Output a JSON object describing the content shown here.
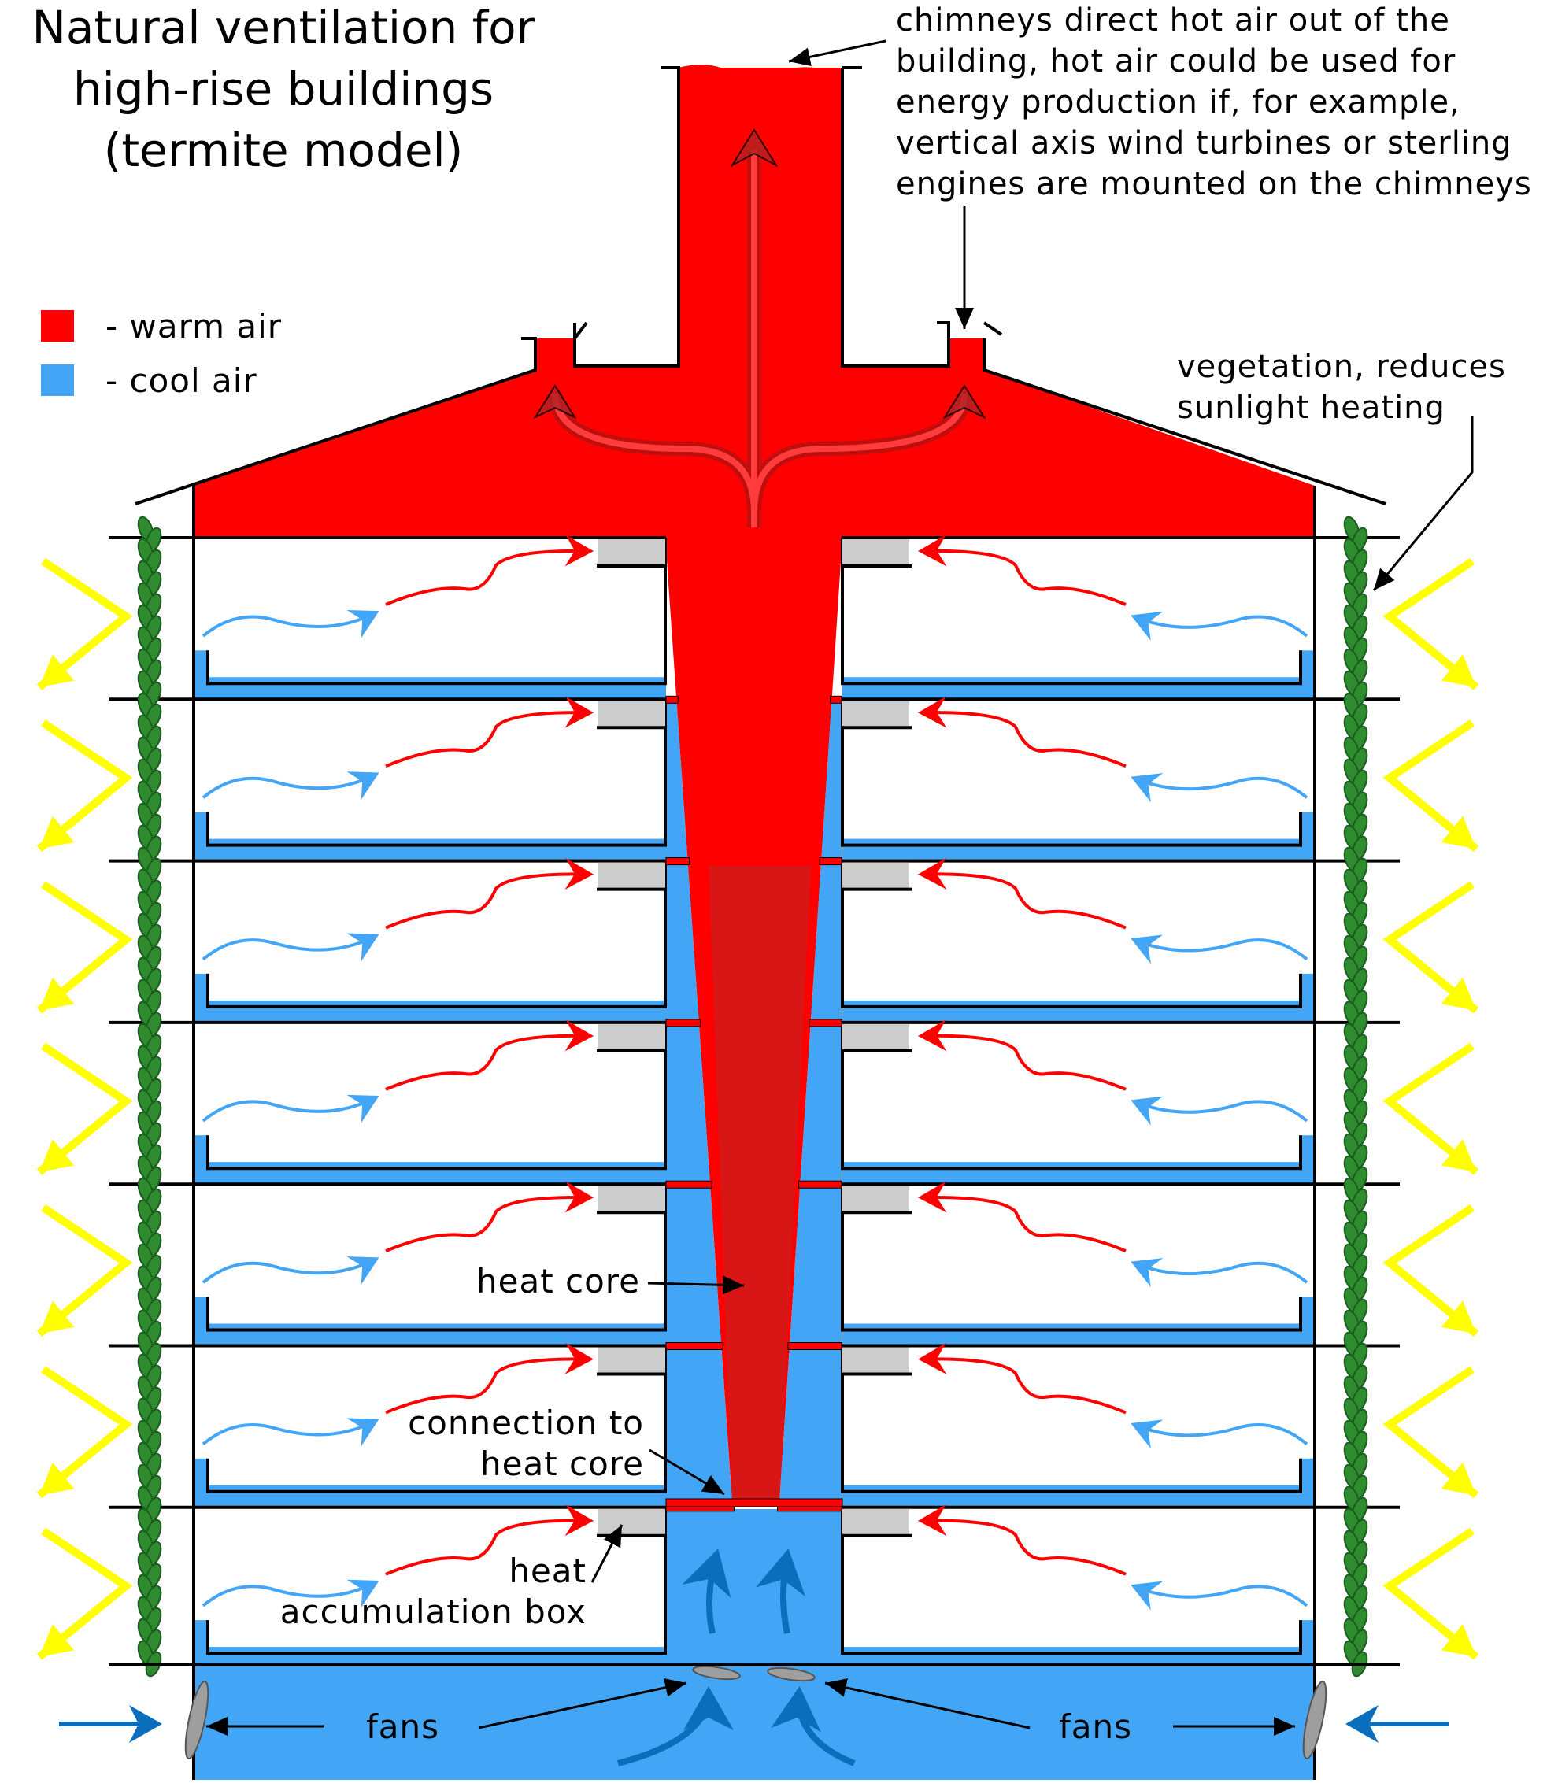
{
  "title": {
    "line1": "Natural ventilation for",
    "line2": "high-rise buildings",
    "line3": "(termite model)"
  },
  "legend": {
    "warm": {
      "label": "- warm air",
      "color": "#ff0000"
    },
    "cool": {
      "label": "- cool air",
      "color": "#42a5f5"
    }
  },
  "annotations": {
    "chimney": {
      "line1": "chimneys direct hot air out of the",
      "line2": "building, hot air could be used for",
      "line3": "energy production if, for example,",
      "line4": "vertical axis wind turbines or sterling",
      "line5": "engines are mounted on the chimneys"
    },
    "vegetation": {
      "line1": "vegetation, reduces",
      "line2": "sunlight heating"
    },
    "heat_core": "heat core",
    "connection": {
      "line1": "connection to",
      "line2": "heat core"
    },
    "accumulation": {
      "line1": "heat",
      "line2": "accumulation box"
    },
    "fans_left": "fans",
    "fans_right": "fans"
  },
  "colors": {
    "warm": "#ff0000",
    "cool": "#42a5f5",
    "core": "#cc1e1e",
    "sun": "#ffff00",
    "vine": "#2e8b2e",
    "box": "#cccccc",
    "fan_arrow": "#0a6ebd"
  },
  "floors_per_side": 7
}
